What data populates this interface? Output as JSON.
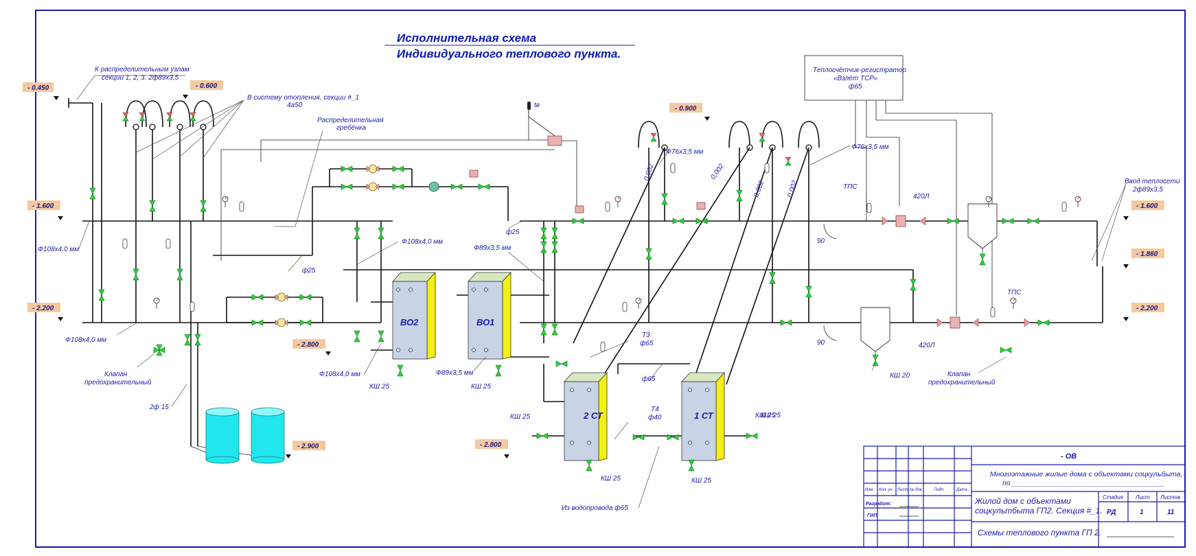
{
  "title": {
    "line1": "Исполнительная схема",
    "line2": "Индивидуального теплового пункта."
  },
  "elevations": [
    "- 0.450",
    "- 0.600",
    "- 0.900",
    "- 1.600",
    "- 1.600",
    "- 1.860",
    "- 2.200",
    "- 2.200",
    "- 2.800",
    "- 2.800",
    "- 2.900"
  ],
  "units": [
    "ВО2",
    "ВО1",
    "2 СТ",
    "1 СТ"
  ],
  "labels": {
    "distrib_nodes_1": "К распределительным узлам",
    "distrib_nodes_2": "секции 1, 2, 3. 2ф89х3,5",
    "heating_1": "В систему отопления, секции #_1",
    "heating_2": "4а50",
    "comb_1": "Распределительная",
    "comb_2": "гребёнка",
    "meter_1": "Теплосчётчик-регистратор",
    "meter_2": "«Взлёт ТСР»",
    "meter_3": "ф65",
    "input_1": "Ввод теплосети",
    "input_2": "2ф89х3,5",
    "tv": "tв",
    "pipe_108_a": "Ф108х4,0 мм",
    "pipe_108_b": "Ф108х4,0 мм",
    "pipe_108_c": "Ф108х4,0 мм",
    "pipe_108_d": "Ф108х4,0 мм",
    "pipe_89_a": "Ф89х3,5 мм",
    "pipe_89_b": "Ф89х3,5 мм",
    "pipe_76_a": "Ф76х3,5 мм",
    "pipe_76_b": "Ф76х3,5 мм",
    "f25_a": "ф25",
    "f25_b": "ф25",
    "f65": "ф65",
    "t3": "Т3",
    "t3_d": "ф65",
    "t4": "Т4",
    "t4_d": "ф40",
    "tps_a": "ТПС",
    "tps_b": "ТПС",
    "flow_a": "420Л",
    "flow_b": "420Л",
    "slope_a": "0,002",
    "slope_b": "0,002",
    "slope_c": "0,002",
    "slope_d": "0,002",
    "deg_a": "90",
    "deg_b": "90",
    "valve_l_1": "Клапан",
    "valve_l_2": "предохранительный",
    "valve_r_1": "Клапан",
    "valve_r_2": "предохранительный",
    "d15": "2ф 15",
    "ksh_a": "КШ 25",
    "ksh_b": "КШ 25",
    "ksh_c": "КШ 25",
    "ksh_d": "КШ 25",
    "ksh_e": "КШ 25",
    "ksh_f": "КШ 25",
    "ksh_g": "КШ 25",
    "ksh20": "КШ 20",
    "water_main": "Из водопровода ф65"
  },
  "title_block": {
    "code": "- ОВ",
    "project_1": "Многоэтажные жилые дома с объектами соцкульбыта,",
    "project_2": "по ______________________________________",
    "object_1": "Жилой дом с объектами",
    "object_2": "соцкультбыта ГП2. Секция #_1.",
    "sheet_title": "Схемы теплового пункта ГП 2.",
    "col_izm": "Изм.",
    "col_kol": "Кол. уч.",
    "col_list": "Лист",
    "col_ndoc": "№ док.",
    "col_podp": "Подп.",
    "col_date": "Дата",
    "developed": "Разработ:",
    "gip": "ГИП",
    "stage_h": "Стадия",
    "sheet_h": "Лист",
    "sheets_h": "Листов",
    "stage": "РД",
    "sheet": "1",
    "sheets": "11"
  },
  "colors": {
    "frame": "#1a1aa6",
    "elevation_tag": "#f5c9a0",
    "valve": "#2ad33a",
    "unit_face": "#c8d4e6",
    "unit_side": "#f2f010",
    "tank": "#22e6ee"
  }
}
